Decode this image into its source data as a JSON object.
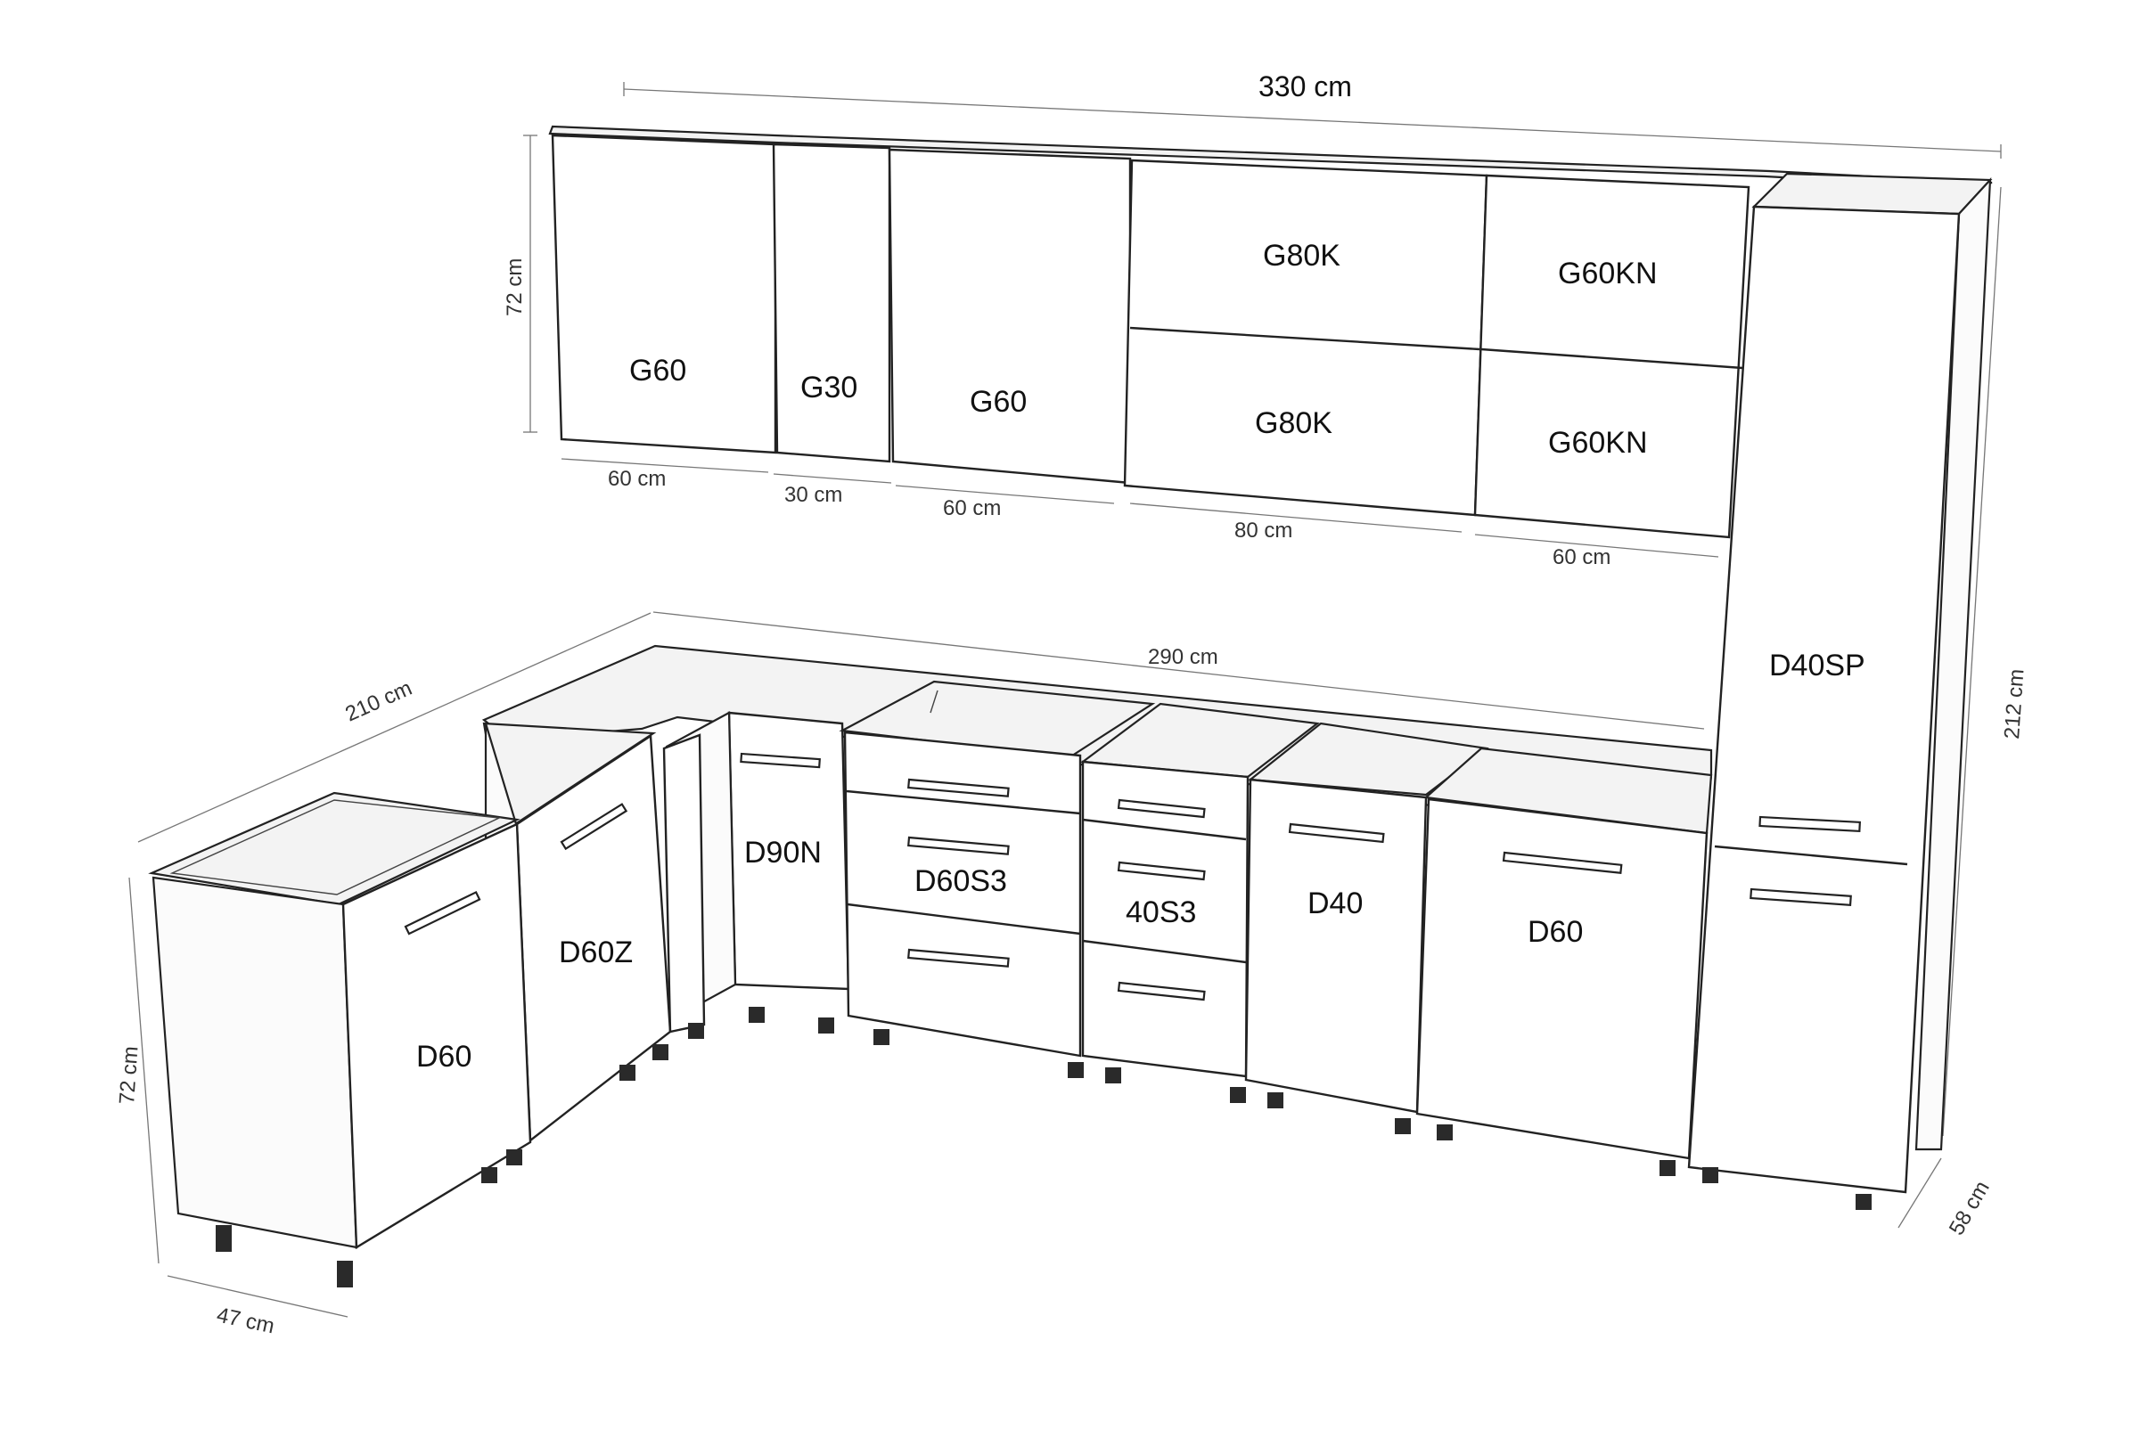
{
  "dimensions": {
    "total_width": "330 cm",
    "wall_height": "72 cm",
    "tall_height": "212 cm",
    "depth": "58 cm",
    "base_run": "290 cm",
    "left_run": "210 cm",
    "base_height": "72 cm",
    "left_depth": "47 cm",
    "wall_widths": [
      "60 cm",
      "30 cm",
      "60 cm",
      "80 cm",
      "60 cm"
    ]
  },
  "wall_cabinets": [
    "G60",
    "G30",
    "G60",
    "G80K",
    "G80K",
    "G60KN",
    "G60KN"
  ],
  "base_cabinets": [
    "D60",
    "D60Z",
    "D90N",
    "D60S3",
    "40S3",
    "D40",
    "D60"
  ],
  "tall_cabinet": "D40SP"
}
